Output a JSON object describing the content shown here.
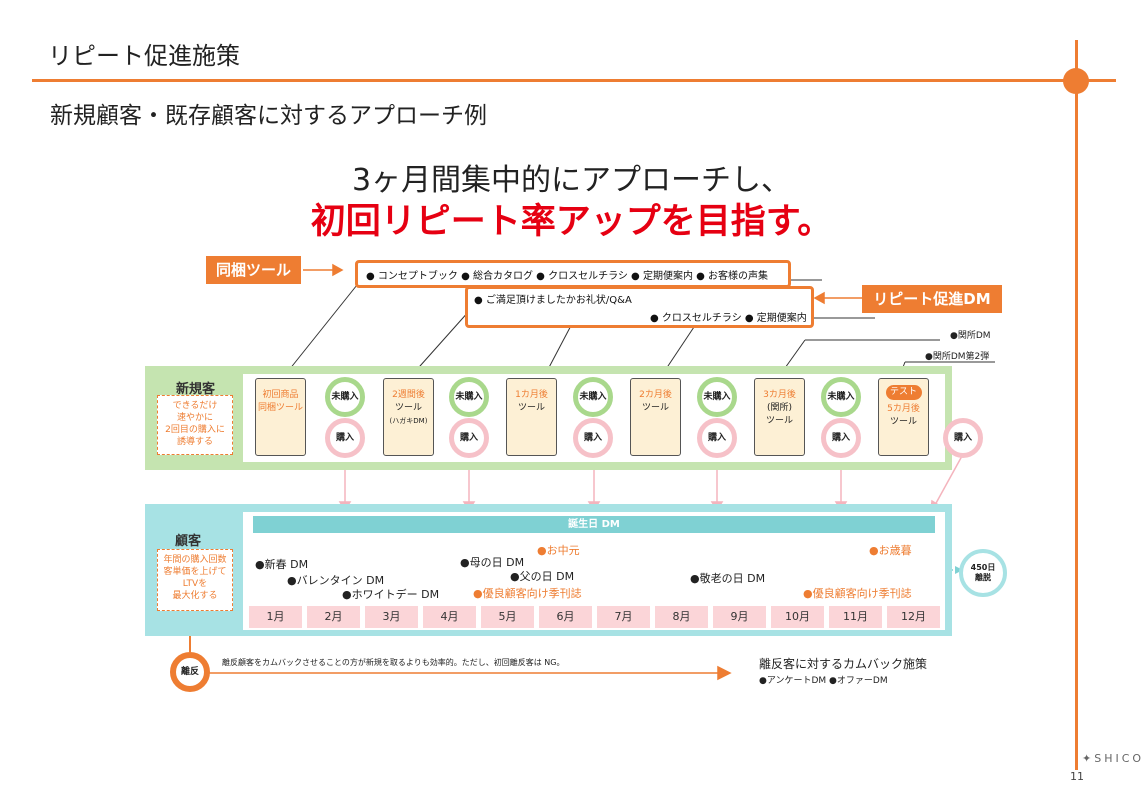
{
  "header": {
    "title": "リピート促進施策",
    "subtitle": "新規顧客・既存顧客に対するアプローチ例",
    "headline_line1": "3ヶ月間集中的にアプローチし、",
    "headline_line2": "初回リピート率アップを目指す。",
    "accent_color": "#ee7d32",
    "headline_color": "#e60012"
  },
  "tools": {
    "bundled_tag": "同梱ツール",
    "bundled_items": "● コンセプトブック ● 総合カタログ ● クロスセルチラシ ● 定期便案内 ● お客様の声集",
    "repeat_dm_tag": "リピート促進DM",
    "dm_line1": "● ご満足頂けましたかお礼状/Q&A",
    "dm_line2": "● クロスセルチラシ ● 定期便案内",
    "kansho_dm": "●関所DM",
    "kansho_dm2": "●関所DM第2弾"
  },
  "new_customer": {
    "label": "新規客",
    "note": [
      "できるだけ",
      "速やかに",
      "2回目の購入に",
      "誘導する"
    ],
    "steps": [
      {
        "lines": [
          "初回商品",
          "同梱ツール"
        ],
        "orange": true
      },
      {
        "lines": [
          "2週間後",
          "ツール",
          "(ハガキDM)"
        ],
        "orange": false
      },
      {
        "lines": [
          "1カ月後",
          "ツール"
        ],
        "orange": false
      },
      {
        "lines": [
          "2カ月後",
          "ツール"
        ],
        "orange": false
      },
      {
        "lines": [
          "3カ月後",
          "(関所)",
          "ツール"
        ],
        "orange": false
      },
      {
        "lines": [
          "テスト",
          "5カ月後",
          "ツール"
        ],
        "orange": false
      }
    ],
    "not_purchased": "未購入",
    "purchased": "購入"
  },
  "customer": {
    "label": "顧客",
    "note": [
      "年間の購入回数",
      "客単価を上げて",
      "LTVを",
      "最大化する"
    ],
    "birthday_dm": "誕生日 DM",
    "months": [
      "1月",
      "2月",
      "3月",
      "4月",
      "5月",
      "6月",
      "7月",
      "8月",
      "9月",
      "10月",
      "11月",
      "12月"
    ],
    "events": {
      "new_year": "●新春 DM",
      "valentine": "●バレンタイン DM",
      "white_day": "●ホワイトデー DM",
      "mothers_day": "●母の日 DM",
      "fathers_day": "●父の日 DM",
      "chugen": "●お中元",
      "premium1": "●優良顧客向け季刊誌",
      "keirou": "●敬老の日 DM",
      "seibo": "●お歳暮",
      "premium2": "●優良顧客向け季刊誌"
    },
    "churn_badge": [
      "450日",
      "離脱"
    ]
  },
  "churn": {
    "label": "離反",
    "text": "離反顧客をカムバックさせることの方が新規を取るよりも効率的。ただし、初回離反客は NG。",
    "title": "離反客に対するカムバック施策",
    "items": "●アンケートDM ●オファーDM"
  },
  "footer": {
    "brand": "✦SHICO",
    "page_number": "11"
  }
}
